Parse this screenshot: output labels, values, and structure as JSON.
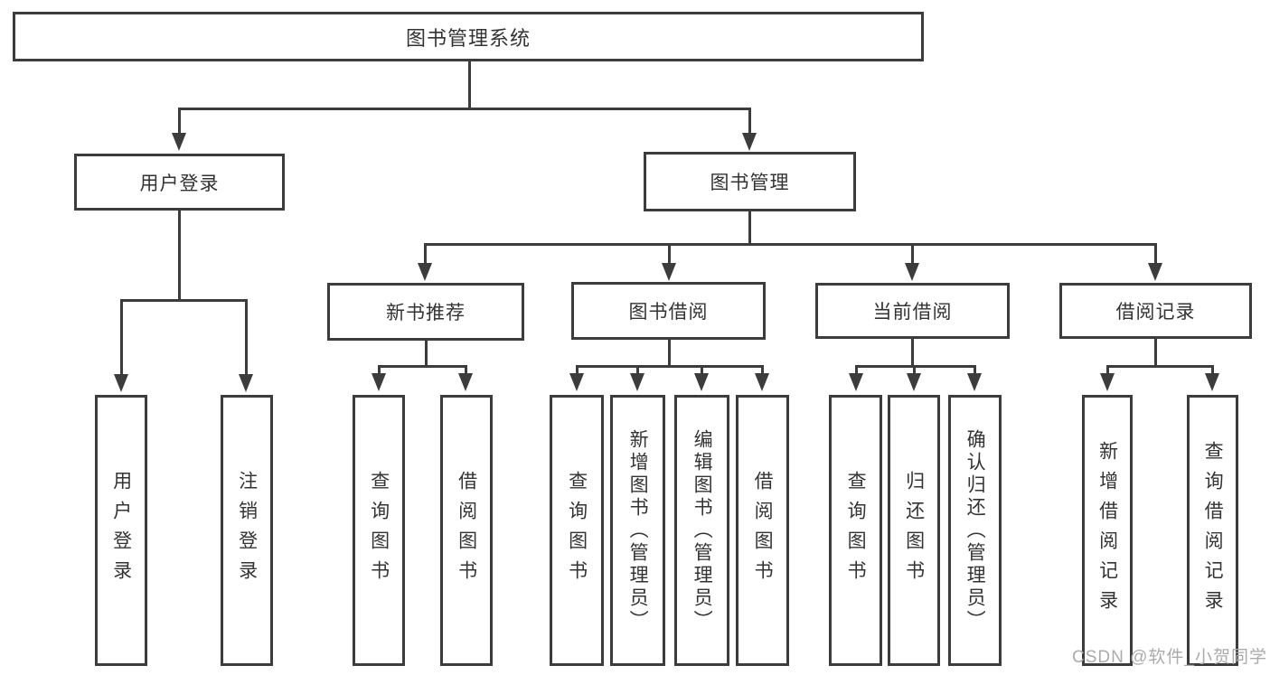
{
  "diagram": {
    "root": {
      "label": "图书管理系统"
    },
    "branches": [
      {
        "label": "用户登录",
        "children": [
          {
            "label": "用户登录"
          },
          {
            "label": "注销登录"
          }
        ]
      },
      {
        "label": "图书管理",
        "children": [
          {
            "label": "新书推荐",
            "children": [
              {
                "label": "查询图书"
              },
              {
                "label": "借阅图书"
              }
            ]
          },
          {
            "label": "图书借阅",
            "children": [
              {
                "label": "查询图书"
              },
              {
                "label": "新增图书（管理员）"
              },
              {
                "label": "编辑图书（管理员）"
              },
              {
                "label": "借阅图书"
              }
            ]
          },
          {
            "label": "当前借阅",
            "children": [
              {
                "label": "查询图书"
              },
              {
                "label": "归还图书"
              },
              {
                "label": "确认归还（管理员）"
              }
            ]
          },
          {
            "label": "借阅记录",
            "children": [
              {
                "label": "新增借阅记录"
              },
              {
                "label": "查询借阅记录"
              }
            ]
          }
        ]
      }
    ]
  },
  "watermark": {
    "text": "CSDN @软件_小贺同学"
  },
  "colors": {
    "line": "#3c3c3c",
    "text": "#333333",
    "watermark": "#ababab",
    "background": "#ffffff"
  }
}
